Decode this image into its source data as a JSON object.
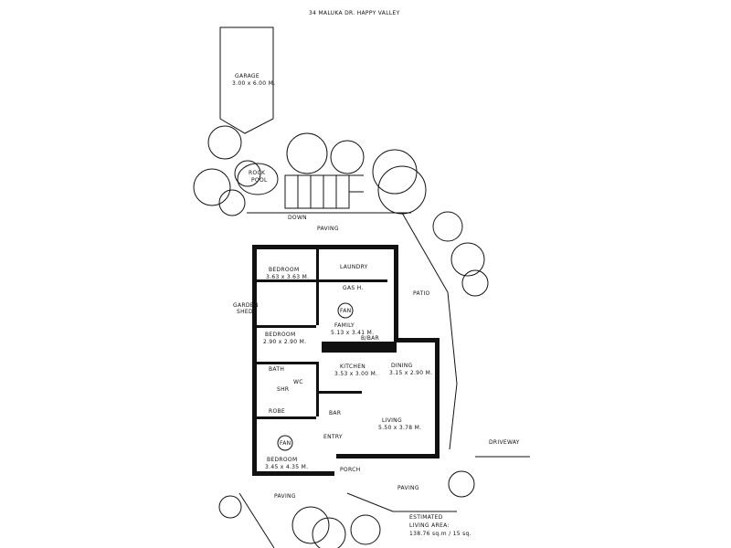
{
  "address": "34 MALUKA DR. HAPPY VALLEY",
  "garage": {
    "label": "GARAGE",
    "dims": "3.00 x 6.00 M."
  },
  "rock_pool": {
    "line1": "ROCK",
    "line2": "POOL"
  },
  "landscape": {
    "down": "DOWN",
    "paving_top": "PAVING",
    "patio": "PATIO",
    "garden_shed_1": "GARDEN",
    "garden_shed_2": "SHED",
    "driveway": "DRIVEWAY",
    "paving_bottom_left": "PAVING",
    "paving_bottom_right": "PAVING"
  },
  "rooms": {
    "bedroom1": {
      "name": "BEDROOM",
      "dims": "3.63 x 3.63 M."
    },
    "laundry": {
      "name": "LAUNDRY"
    },
    "gas_hw": {
      "name": "GAS H."
    },
    "family": {
      "name": "FAMILY",
      "dims": "5.13 x 3.41 M."
    },
    "fan1": "FAN",
    "br_bar": "B/BAR",
    "bedroom2": {
      "name": "BEDROOM",
      "dims": "2.90 x 2.90 M."
    },
    "bath": {
      "name": "BATH"
    },
    "wc": {
      "name": "WC"
    },
    "shr": {
      "name": "SHR"
    },
    "robe": {
      "name": "ROBE"
    },
    "kitchen": {
      "name": "KITCHEN",
      "dims": "3.53 x 3.00 M."
    },
    "dining": {
      "name": "DINING",
      "dims": "3.15 x 2.90 M."
    },
    "bar": {
      "name": "BAR"
    },
    "living": {
      "name": "LIVING",
      "dims": "5.50 x 3.78 M."
    },
    "entry": {
      "name": "ENTRY"
    },
    "fan2": "FAN",
    "bedroom3": {
      "name": "BEDROOM",
      "dims": "3.45 x 4.35 M."
    },
    "porch": {
      "name": "PORCH"
    }
  },
  "estimate": {
    "line1": "ESTIMATED",
    "line2": "LIVING AREA:",
    "line3": "138.76 sq.m / 15 sq."
  }
}
